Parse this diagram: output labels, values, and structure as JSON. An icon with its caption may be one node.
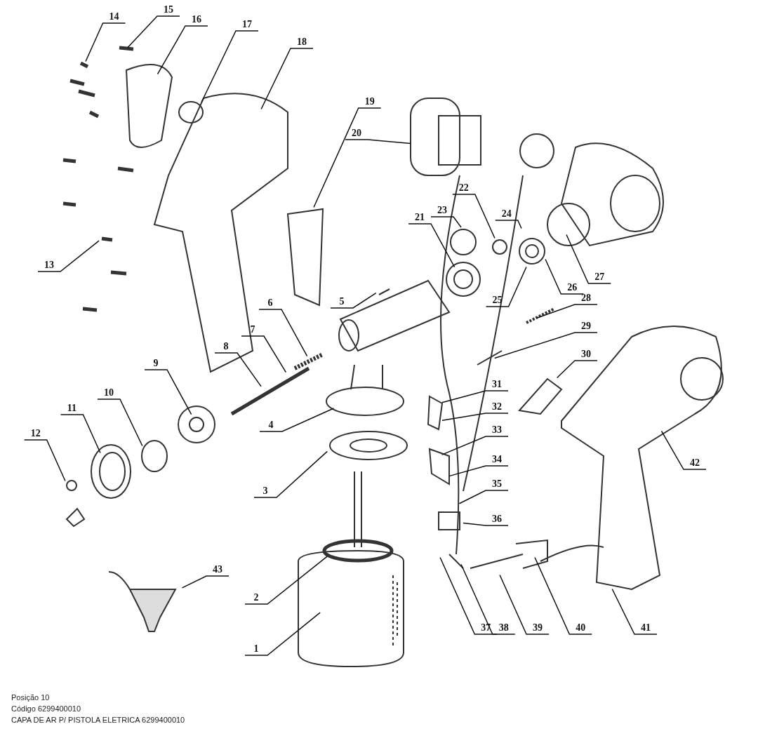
{
  "diagram": {
    "nodes": [
      {
        "text": [
          "1"
        ]
      },
      {
        "text": [
          "2"
        ]
      },
      {
        "text": [
          "3"
        ]
      },
      {
        "text": [
          "4"
        ]
      },
      {
        "text": [
          "5"
        ]
      },
      {
        "text": [
          "6"
        ]
      },
      {
        "text": [
          "7"
        ]
      },
      {
        "text": [
          "8"
        ]
      },
      {
        "text": [
          "9"
        ]
      },
      {
        "text": [
          "10"
        ]
      },
      {
        "text": [
          "11"
        ]
      },
      {
        "text": [
          "12"
        ]
      },
      {
        "text": [
          "13"
        ]
      },
      {
        "text": [
          "14"
        ]
      },
      {
        "text": [
          "15"
        ]
      },
      {
        "text": [
          "16"
        ]
      },
      {
        "text": [
          "17"
        ]
      },
      {
        "text": [
          "18"
        ]
      },
      {
        "text": [
          "19"
        ]
      },
      {
        "text": [
          "20"
        ]
      },
      {
        "text": [
          "21"
        ]
      },
      {
        "text": [
          "22"
        ]
      },
      {
        "text": [
          "23"
        ]
      },
      {
        "text": [
          "24"
        ]
      },
      {
        "text": [
          "25"
        ]
      },
      {
        "text": [
          "26"
        ]
      },
      {
        "text": [
          "27"
        ]
      },
      {
        "text": [
          "28"
        ]
      },
      {
        "text": [
          "29"
        ]
      },
      {
        "text": [
          "30"
        ]
      },
      {
        "text": [
          "31"
        ]
      },
      {
        "text": [
          "32"
        ]
      },
      {
        "text": [
          "33"
        ]
      },
      {
        "text": [
          "34"
        ]
      },
      {
        "text": [
          "35"
        ]
      },
      {
        "text": [
          "36"
        ]
      },
      {
        "text": [
          "37"
        ]
      },
      {
        "text": [
          "38"
        ]
      },
      {
        "text": [
          "39"
        ]
      },
      {
        "text": [
          "40"
        ]
      },
      {
        "text": [
          "41"
        ]
      },
      {
        "text": [
          "42"
        ]
      },
      {
        "text": [
          "43"
        ]
      }
    ],
    "edges": [
      {
        "from": 0,
        "to": null,
        "arrow": "none"
      },
      {
        "from": 1,
        "to": null,
        "arrow": "none"
      },
      {
        "from": 2,
        "to": null,
        "arrow": "none"
      },
      {
        "from": 3,
        "to": null,
        "arrow": "none"
      },
      {
        "from": 4,
        "to": null,
        "arrow": "none"
      },
      {
        "from": 5,
        "to": null,
        "arrow": "none"
      },
      {
        "from": 6,
        "to": null,
        "arrow": "none"
      },
      {
        "from": 7,
        "to": null,
        "arrow": "none"
      },
      {
        "from": 8,
        "to": null,
        "arrow": "none"
      },
      {
        "from": 9,
        "to": null,
        "arrow": "none"
      },
      {
        "from": 10,
        "to": null,
        "arrow": "none"
      },
      {
        "from": 11,
        "to": null,
        "arrow": "none"
      },
      {
        "from": 12,
        "to": null,
        "arrow": "none"
      },
      {
        "from": 13,
        "to": null,
        "arrow": "none"
      },
      {
        "from": 14,
        "to": null,
        "arrow": "none"
      },
      {
        "from": 15,
        "to": null,
        "arrow": "none"
      },
      {
        "from": 16,
        "to": null,
        "arrow": "none"
      },
      {
        "from": 17,
        "to": null,
        "arrow": "none"
      },
      {
        "from": 18,
        "to": null,
        "arrow": "none"
      },
      {
        "from": 19,
        "to": null,
        "arrow": "none"
      },
      {
        "from": 20,
        "to": null,
        "arrow": "none"
      },
      {
        "from": 21,
        "to": null,
        "arrow": "none"
      },
      {
        "from": 22,
        "to": null,
        "arrow": "none"
      },
      {
        "from": 23,
        "to": null,
        "arrow": "none"
      },
      {
        "from": 24,
        "to": null,
        "arrow": "none"
      },
      {
        "from": 25,
        "to": null,
        "arrow": "none"
      },
      {
        "from": 26,
        "to": null,
        "arrow": "none"
      },
      {
        "from": 27,
        "to": null,
        "arrow": "none"
      },
      {
        "from": 28,
        "to": null,
        "arrow": "none"
      },
      {
        "from": 29,
        "to": null,
        "arrow": "none"
      },
      {
        "from": 30,
        "to": null,
        "arrow": "none"
      },
      {
        "from": 31,
        "to": null,
        "arrow": "none"
      },
      {
        "from": 32,
        "to": null,
        "arrow": "none"
      },
      {
        "from": 33,
        "to": null,
        "arrow": "none"
      },
      {
        "from": 34,
        "to": null,
        "arrow": "none"
      },
      {
        "from": 35,
        "to": null,
        "arrow": "none"
      },
      {
        "from": 36,
        "to": null,
        "arrow": "none"
      },
      {
        "from": 37,
        "to": null,
        "arrow": "none"
      },
      {
        "from": 38,
        "to": null,
        "arrow": "none"
      },
      {
        "from": 39,
        "to": null,
        "arrow": "none"
      },
      {
        "from": 40,
        "to": null,
        "arrow": "none"
      },
      {
        "from": 41,
        "to": null,
        "arrow": "none"
      },
      {
        "from": 42,
        "to": null,
        "arrow": "none"
      }
    ],
    "labels": [
      "Posição 10",
      "Código 6299400010",
      "CAPA DE AR P/ PISTOLA ELETRICA 6299400010"
    ]
  }
}
